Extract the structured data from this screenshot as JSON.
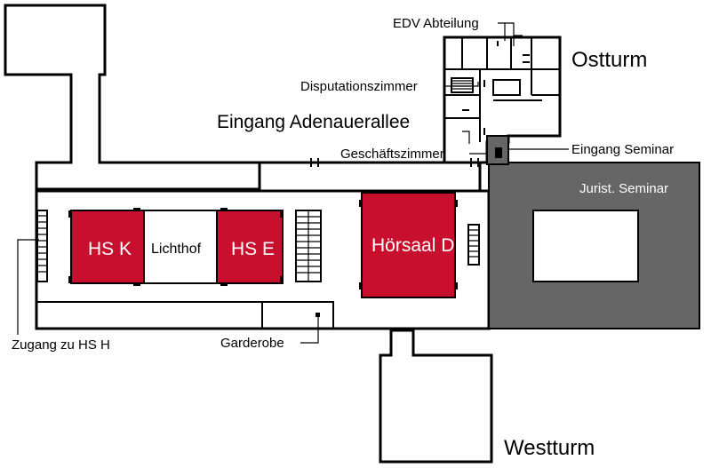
{
  "colors": {
    "lecture_hall": "#c8102e",
    "seminar": "#666666",
    "wall": "#000000",
    "background": "#ffffff"
  },
  "rooms": {
    "hs_k": "HS K",
    "lichthof": "Lichthof",
    "hs_e": "HS E",
    "hoersaal_d": "Hörsaal D",
    "jurist_seminar": "Jurist. Seminar"
  },
  "towers": {
    "ostturm": "Ostturm",
    "westturm": "Westturm"
  },
  "labels": {
    "edv": "EDV Abteilung",
    "disputation": "Disputationszimmer",
    "eingang_adenauer": "Eingang Adenauerallee",
    "geschaeftszimmer": "Geschäftszimmer",
    "eingang_seminar": "Eingang Seminar",
    "zugang_hs_h": "Zugang zu HS H",
    "garderobe": "Garderobe"
  }
}
